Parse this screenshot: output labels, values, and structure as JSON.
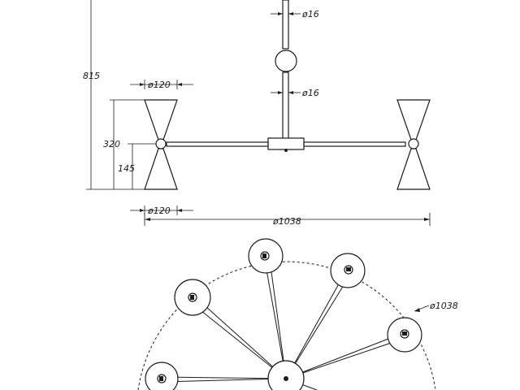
{
  "dimensions": {
    "stem_diameter_top": "ø16",
    "stem_diameter_bottom": "ø16",
    "total_height": "815",
    "shade_height": "320",
    "lower_shade_height": "145",
    "shade_diameter_top": "ø120",
    "shade_diameter_bottom": "ø120",
    "overall_width": "ø1038",
    "plan_diameter": "ø1038"
  }
}
